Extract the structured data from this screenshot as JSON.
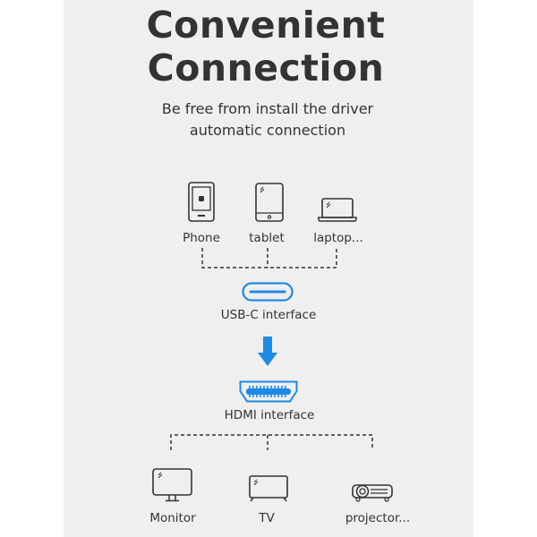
{
  "title": {
    "line1": "Convenient",
    "line2": "Connection"
  },
  "subtitle": {
    "line1": "Be free from install the driver",
    "line2": "automatic connection"
  },
  "sources": [
    {
      "label": "Phone",
      "icon": "phone-icon"
    },
    {
      "label": "tablet",
      "icon": "tablet-icon"
    },
    {
      "label": "laptop...",
      "icon": "laptop-icon"
    }
  ],
  "usbc": {
    "label": "USB-C interface",
    "icon": "usb-c-port-icon"
  },
  "hdmi": {
    "label": "HDMI interface",
    "icon": "hdmi-port-icon"
  },
  "targets": [
    {
      "label": "Monitor",
      "icon": "monitor-icon"
    },
    {
      "label": "TV",
      "icon": "tv-icon"
    },
    {
      "label": "projector...",
      "icon": "projector-icon"
    }
  ],
  "colors": {
    "accent": "#1e8ae6",
    "background": "#efefef",
    "text": "#333333"
  }
}
